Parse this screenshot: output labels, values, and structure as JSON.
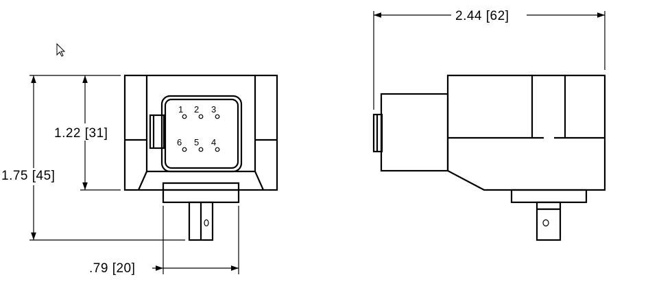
{
  "dimensions": {
    "overall_height": "1.75 [45]",
    "body_height": "1.22 [31]",
    "tab_width": ".79 [20]",
    "overall_length": "2.44 [62]"
  },
  "pins": {
    "p1": "1",
    "p2": "2",
    "p3": "3",
    "p4": "4",
    "p5": "5",
    "p6": "6"
  },
  "colors": {
    "line": "#000000",
    "background": "#ffffff"
  },
  "cursor_icon": "pointer-arrow-icon"
}
